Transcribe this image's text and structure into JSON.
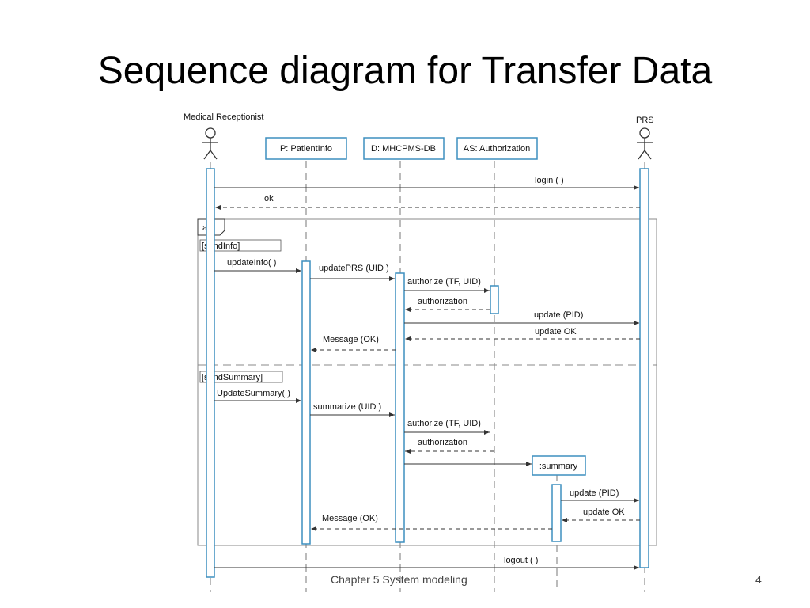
{
  "slide": {
    "title": "Sequence diagram for Transfer Data",
    "footer": "Chapter 5 System modeling",
    "page_number": "4"
  },
  "colors": {
    "lifeline_accent": "#3d8fbf",
    "arrow": "#333333",
    "frame": "#888888"
  },
  "actors": {
    "medical_receptionist": "Medical Receptionist",
    "prs": "PRS"
  },
  "objects": {
    "patient_info": "P: PatientInfo",
    "db": "D: MHCPMS-DB",
    "authorization": "AS: Authorization",
    "summary": ":summary"
  },
  "fragment": {
    "operator": "alt",
    "guard_1": "[sendInfo]",
    "guard_2": "[sendSummary]"
  },
  "messages": {
    "login": "login ( )",
    "ok": "ok",
    "update_info": "updateInfo( )",
    "update_prs": "updatePRS (UID )",
    "authorize_1": "authorize (TF, UID)",
    "authorization_1": "authorization",
    "update_pid_1": "update (PID)",
    "update_ok_1": "update OK",
    "message_ok_1": "Message (OK)",
    "update_summary": "UpdateSummary( )",
    "summarize": "summarize (UID )",
    "authorize_2": "authorize (TF, UID)",
    "authorization_2": "authorization",
    "update_pid_2": "update (PID)",
    "update_ok_2": "update OK",
    "message_ok_2": "Message (OK)",
    "logout": "logout ( )"
  }
}
